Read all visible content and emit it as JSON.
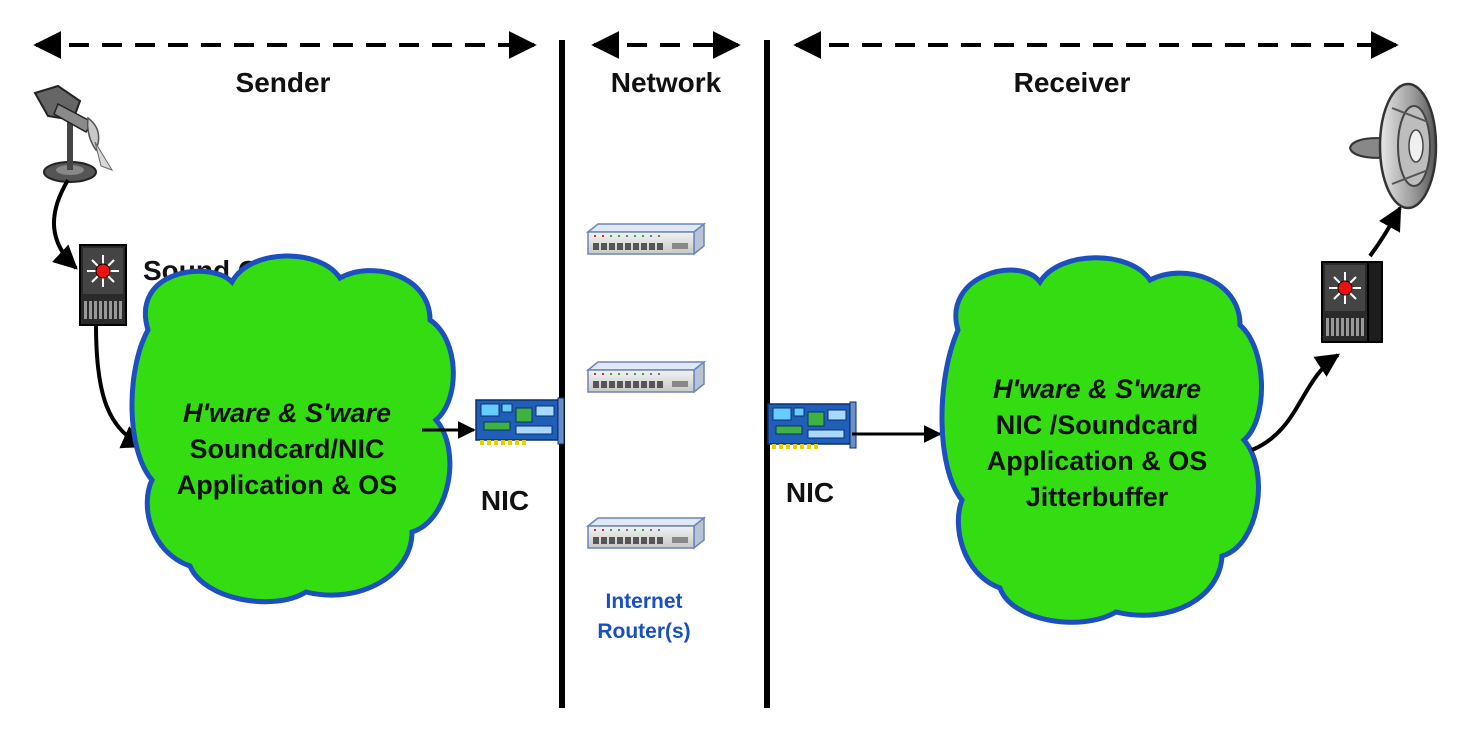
{
  "sections": {
    "sender": "Sender",
    "network": "Network",
    "receiver": "Receiver"
  },
  "sender": {
    "sound_card_label": "Sound Card",
    "cloud_lines": [
      "H'ware & S'ware",
      "Soundcard/NIC",
      "Application & OS"
    ],
    "nic_label": "NIC"
  },
  "network": {
    "router_label_lines": [
      "Internet",
      "Router(s)"
    ]
  },
  "receiver": {
    "nic_label": "NIC",
    "cloud_lines": [
      "H'ware & S'ware",
      "NIC /Soundcard",
      "Application & OS",
      "Jitterbuffer"
    ]
  },
  "colors": {
    "cloud_fill": "#33dd11",
    "cloud_stroke": "#1c4fbf",
    "router_label": "#1a4fc4",
    "nic_board": "#1f5fb8"
  },
  "icons": [
    "microphone-icon",
    "sound-card-icon",
    "nic-card-icon",
    "router-icon",
    "speaker-icon"
  ]
}
